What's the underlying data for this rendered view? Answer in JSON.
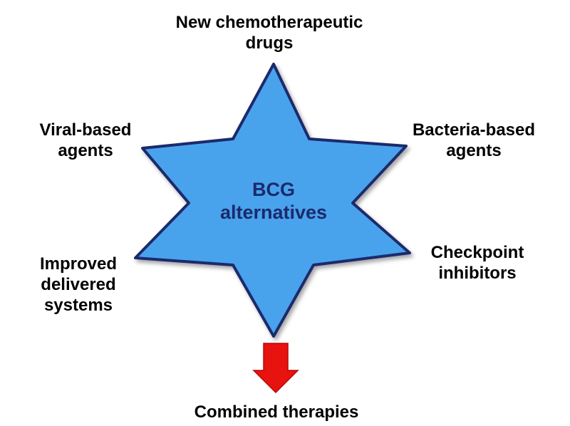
{
  "diagram": {
    "center": {
      "lines": [
        "BCG",
        "alternatives"
      ]
    },
    "labels": {
      "top": {
        "lines": [
          "New chemotherapeutic",
          "drugs"
        ]
      },
      "upper_left": {
        "lines": [
          "Viral-based",
          "agents"
        ]
      },
      "upper_right": {
        "lines": [
          "Bacteria-based",
          "agents"
        ]
      },
      "lower_left": {
        "lines": [
          "Improved",
          "delivered",
          "systems"
        ]
      },
      "lower_right": {
        "lines": [
          "Checkpoint",
          "inhibitors"
        ]
      },
      "bottom": {
        "lines": [
          "Combined therapies"
        ]
      }
    },
    "colors": {
      "star_fill": "#4aa3ec",
      "star_stroke": "#1a2a6c",
      "center_text": "#1a2a6c",
      "arrow_fill": "#e8120f",
      "arrow_stroke": "#b40a08"
    }
  }
}
